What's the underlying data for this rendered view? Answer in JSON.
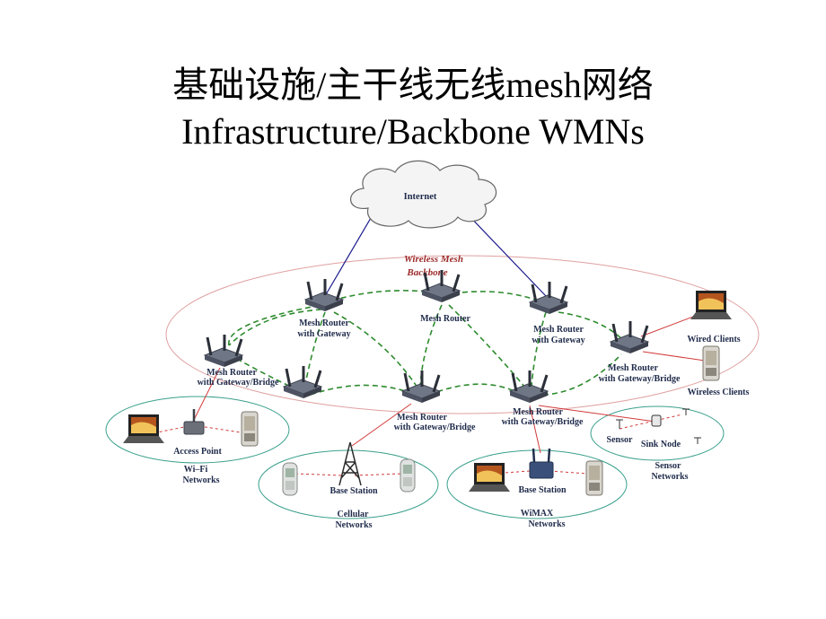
{
  "title_line1": "基础设施/主干线无线mesh网络",
  "title_line2": "Infrastructure/Backbone WMNs",
  "diagram": {
    "internet": "Internet",
    "backbone_line1": "Wireless Mesh",
    "backbone_line2": "Backbone",
    "routers": {
      "gw_left_1": "Mesh Router",
      "gw_left_2": "with Gateway",
      "center": "Mesh Router",
      "gw_right_1": "Mesh Router",
      "gw_right_2": "with Gateway",
      "bridge_left_1": "Mesh Router",
      "bridge_left_2": "with Gateway/Bridge",
      "bridge_right_1": "Mesh Router",
      "bridge_right_2": "with Gateway/Bridge",
      "bridge_center_1": "Mesh Router",
      "bridge_center_2": "with Gateway/Bridge",
      "bridge_lower_1": "Mesh Router",
      "bridge_lower_2": "with Gateway/Bridge"
    },
    "clients": {
      "wired": "Wired Clients",
      "wireless": "Wireless Clients"
    },
    "networks": {
      "wifi_ap": "Access Point",
      "wifi_1": "Wi–Fi",
      "wifi_2": "Networks",
      "cell_bs": "Base Station",
      "cell_1": "Cellular",
      "cell_2": "Networks",
      "wimax_bs": "Base Station",
      "wimax_1": "WiMAX",
      "wimax_2": "Networks",
      "sensor": "Sensor",
      "sink": "Sink Node",
      "sensor_1": "Sensor",
      "sensor_2": "Networks"
    },
    "colors": {
      "backbone_ellipse": "#e0a0a0",
      "mesh_link": "#2e8b2e",
      "internet_link": "#1a1a8c",
      "access_link": "#d23a3a",
      "network_ellipse": "#3aa08c"
    }
  }
}
